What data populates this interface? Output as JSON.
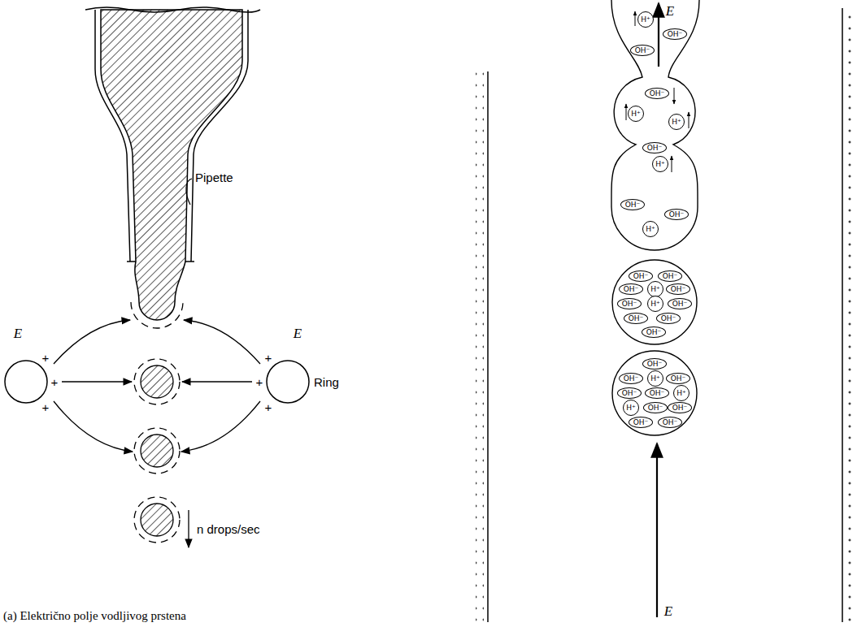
{
  "diagram": {
    "caption": "(a) Električno polje vodljivog prstena",
    "nodes": [
      {
        "text": [
          "H⁺"
        ]
      },
      {
        "text": [
          "OH⁻"
        ]
      },
      {
        "text": [
          "OH⁻"
        ]
      },
      {
        "text": [
          "OH⁻"
        ]
      },
      {
        "text": [
          "H⁺"
        ]
      },
      {
        "text": [
          "H⁺"
        ]
      },
      {
        "text": [
          "OH⁻"
        ]
      },
      {
        "text": [
          "H⁺"
        ]
      },
      {
        "text": [
          "OH⁻"
        ]
      },
      {
        "text": [
          "OH⁻"
        ]
      },
      {
        "text": [
          "H⁺"
        ]
      },
      {
        "text": [
          "OH⁻"
        ]
      },
      {
        "text": [
          "OH⁻"
        ]
      },
      {
        "text": [
          "OH⁻"
        ]
      },
      {
        "text": [
          "H⁺"
        ]
      },
      {
        "text": [
          "OH⁻"
        ]
      },
      {
        "text": [
          "OH⁻"
        ]
      },
      {
        "text": [
          "H⁺"
        ]
      },
      {
        "text": [
          "OH⁻"
        ]
      },
      {
        "text": [
          "OH⁻"
        ]
      },
      {
        "text": [
          "OH⁻"
        ]
      },
      {
        "text": [
          "OH⁻"
        ]
      },
      {
        "text": [
          "OH⁻"
        ]
      },
      {
        "text": [
          "OH⁻"
        ]
      },
      {
        "text": [
          "H⁺"
        ]
      },
      {
        "text": [
          "OH⁻"
        ]
      },
      {
        "text": [
          "OH⁻"
        ]
      },
      {
        "text": [
          "OH⁻"
        ]
      },
      {
        "text": [
          "H⁺"
        ]
      },
      {
        "text": [
          "H⁺"
        ]
      },
      {
        "text": [
          "OH⁻"
        ]
      },
      {
        "text": [
          "OH⁻"
        ]
      },
      {
        "text": [
          "OH⁻"
        ]
      },
      {
        "text": [
          "OH⁻"
        ]
      }
    ],
    "labels": [
      "Pipette",
      "E",
      "E",
      "+",
      "+",
      "+",
      "+",
      "+",
      "+",
      "Ring",
      "n drops/sec",
      "E",
      "E"
    ]
  }
}
